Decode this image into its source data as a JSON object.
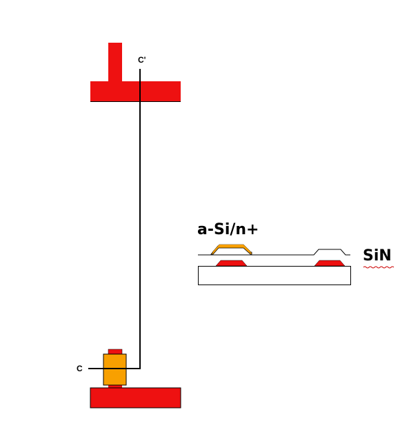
{
  "labels": {
    "c_prime": "C'",
    "c": "C",
    "asi_n": "a-Si/n+",
    "sin": "SiN"
  },
  "colors": {
    "gate_metal": "#ee1111",
    "asi_layer": "#f8a000",
    "line": "#000000",
    "substrate": "#ffffff",
    "spell_underline": "#cc0000"
  }
}
